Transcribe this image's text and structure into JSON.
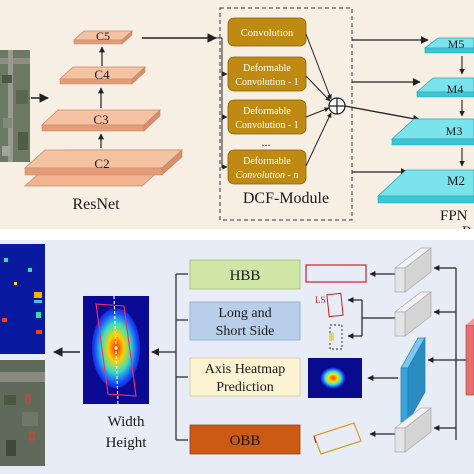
{
  "colors": {
    "top_bg": "#f7efe4",
    "bottom_bg": "#e7ecf7",
    "resnet_layer": "#f2b48e",
    "conv_box": "#bf8a12",
    "fpn_layer": "#57d7e3",
    "hbb_box": "#cfe6a6",
    "side_box": "#b9cfe9",
    "axis_box": "#fbf3d2",
    "obb_box": "#cc5a13",
    "channel_bar": "#3aa3d9"
  },
  "icons": [
    "aerial-image",
    "heatmap-image",
    "sum-circle-icon",
    "channel-bar"
  ],
  "top": {
    "resnet": {
      "label": "ResNet",
      "layers": [
        "C5",
        "C4",
        "C3",
        "C2"
      ]
    },
    "dcf": {
      "label": "DCF-Module",
      "blocks": [
        {
          "line1": "Convolution",
          "line2": ""
        },
        {
          "line1": "Deformable",
          "line2": "Convolution - 1"
        },
        {
          "line1": "Deformable",
          "line2": "Convolution - 1"
        },
        {
          "line1": "Deformable",
          "line2": "Convolution - n"
        }
      ],
      "ellipsis": "..."
    },
    "fpn": {
      "label": "FPN",
      "label_tail": "R",
      "levels": [
        "M5",
        "M4",
        "M3",
        "M2"
      ]
    }
  },
  "bottom": {
    "heads": [
      {
        "line1": "HBB",
        "line2": ""
      },
      {
        "line1": "Long and",
        "line2": "Short Side"
      },
      {
        "line1": "Axis Heatmap",
        "line2": "Prediction"
      },
      {
        "line1": "OBB",
        "line2": ""
      }
    ],
    "side_tag": "LS",
    "result_label_1": "Width",
    "result_label_2": "Height"
  }
}
